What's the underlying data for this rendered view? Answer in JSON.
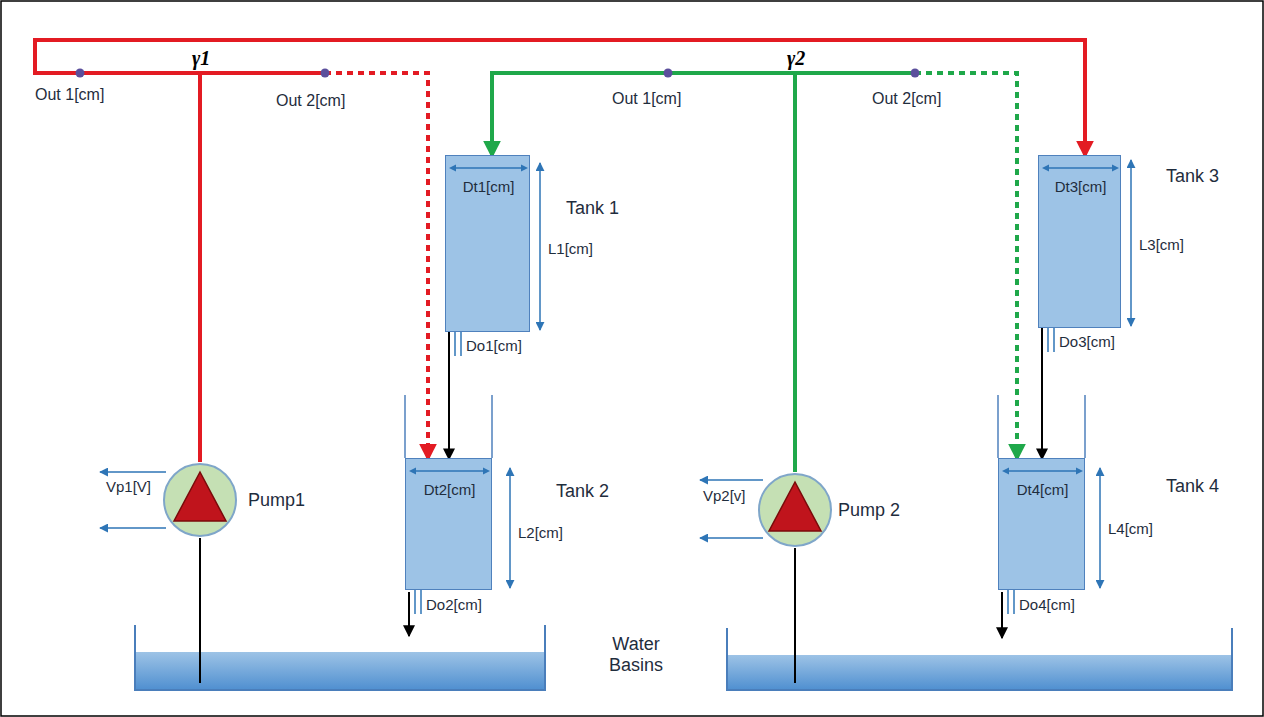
{
  "diagram": {
    "nodes": [
      {
        "text": [
          "Tank 1",
          "Dt1[cm]"
        ]
      },
      {
        "text": [
          "Tank 2",
          "Dt2[cm]"
        ]
      },
      {
        "text": [
          "Pump1"
        ]
      },
      {
        "text": [
          "Pump 2"
        ]
      },
      {
        "text": [
          "Tank 3",
          "Dt3[cm]"
        ]
      },
      {
        "text": [
          "Tank 4",
          "Dt4[cm]"
        ]
      }
    ],
    "edges": [
      {
        "from": 2,
        "to": 1,
        "arrow": "to"
      },
      {
        "from": 2,
        "to": 4,
        "arrow": "to"
      },
      {
        "from": 3,
        "to": 0,
        "arrow": "to"
      },
      {
        "from": 3,
        "to": 5,
        "arrow": "to"
      },
      {
        "from": 0,
        "to": 1,
        "arrow": "to"
      },
      {
        "from": 4,
        "to": 5,
        "arrow": "to"
      }
    ],
    "labels": [
      "γ1",
      "γ2",
      "Out 1[cm]",
      "Out 2[cm]",
      "Out 1[cm]",
      "Out 2[cm]",
      "L1[cm]",
      "Do1[cm]",
      "L2[cm]",
      "Do2[cm]",
      "L3[cm]",
      "Do3[cm]",
      "L4[cm]",
      "Do4[cm]",
      "Vp1[V]",
      "Vp2[v]",
      "Water Basins"
    ]
  }
}
